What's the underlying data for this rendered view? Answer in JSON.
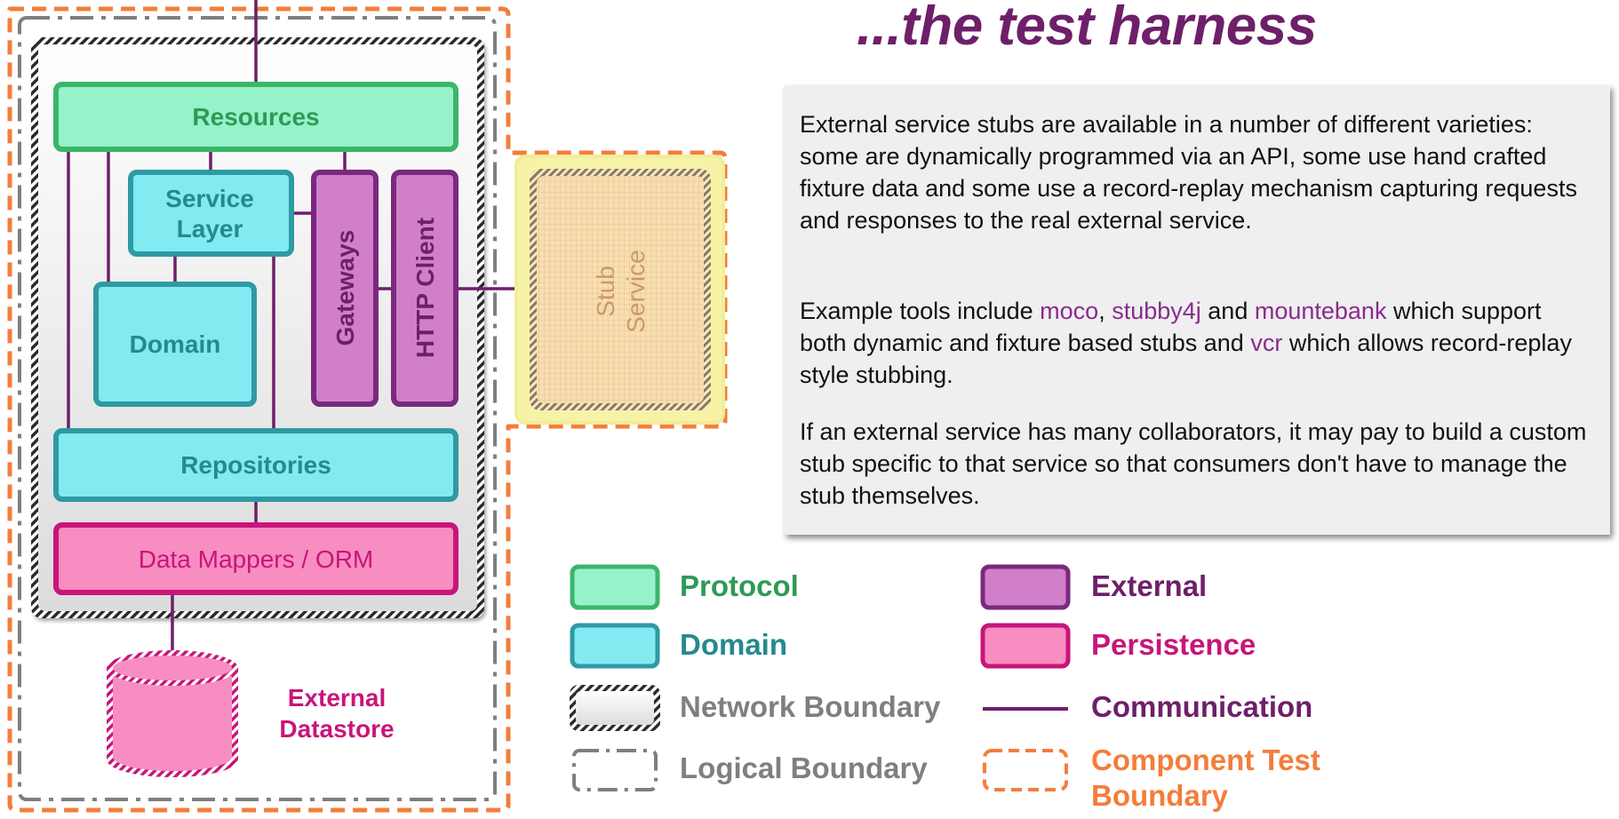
{
  "title": "...the test harness",
  "components": {
    "resources": "Resources",
    "service_layer_line1": "Service",
    "service_layer_line2": "Layer",
    "domain": "Domain",
    "gateways": "Gateways",
    "http_client": "HTTP Client",
    "repositories": "Repositories",
    "data_mappers": "Data Mappers / ORM",
    "external_datastore_line1": "External",
    "external_datastore_line2": "Datastore",
    "stub_service_line1": "Stub",
    "stub_service_line2": "Service"
  },
  "description": {
    "p1": "External service stubs are available in a number of different varieties: some are dynamically programmed via an API, some use hand crafted fixture data and some use a record-replay mechanism capturing requests and responses to the real external service.",
    "p2": {
      "prefix": "Example tools include ",
      "tool1": "moco",
      "sep1": ", ",
      "tool2": "stubby4j",
      "sep2": " and ",
      "tool3": "mountebank",
      "mid": " which support both dynamic and fixture based stubs and ",
      "tool4": "vcr",
      "suffix": " which allows record-replay style stubbing."
    },
    "p3": "If an external service has many collaborators, it may pay to build a custom stub specific to that service so that consumers don't have to manage the stub themselves."
  },
  "legend": {
    "protocol": "Protocol",
    "domain": "Domain",
    "network_boundary": "Network Boundary",
    "logical_boundary": "Logical Boundary",
    "external": "External",
    "persistence": "Persistence",
    "communication": "Communication",
    "component_test_boundary_line1": "Component Test",
    "component_test_boundary_line2": "Boundary"
  },
  "colors": {
    "protocol_fill": "#96f2c9",
    "protocol_stroke": "#3cb56b",
    "protocol_text": "#2e9a55",
    "domain_fill": "#82eaf0",
    "domain_stroke": "#2f9aa4",
    "domain_text": "#25898f",
    "external_fill": "#d27fc9",
    "external_stroke": "#7a2a7d",
    "external_text": "#6e1f6a",
    "persistence_fill": "#f78dc1",
    "persistence_stroke": "#c8157a",
    "persistence_text": "#c8157a",
    "communication": "#6e1f6a",
    "component_boundary": "#f47d3a",
    "logical_boundary": "#7f7f7f",
    "network_boundary": "#333333",
    "stub_fill": "#f7deb0",
    "stub_border": "#f3ec9a",
    "title": "#6e1f6a"
  }
}
